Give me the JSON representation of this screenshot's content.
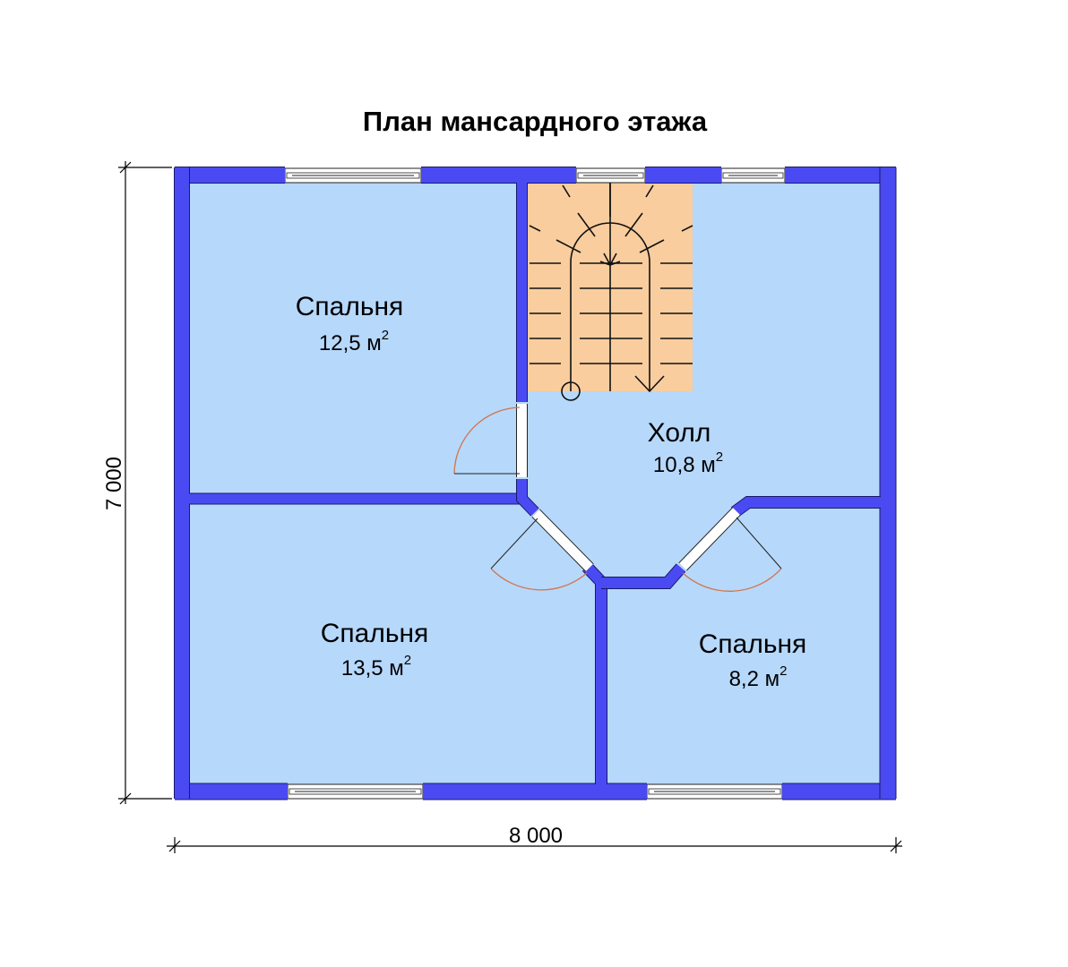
{
  "title": "План мансардного этажа",
  "rooms": [
    {
      "name": "Спальня",
      "area": "12,5 м",
      "area_sup": "2"
    },
    {
      "name": "Холл",
      "area": "10,8 м",
      "area_sup": "2"
    },
    {
      "name": "Спальня",
      "area": "13,5 м",
      "area_sup": "2"
    },
    {
      "name": "Спальня",
      "area": "8,2 м",
      "area_sup": "2"
    }
  ],
  "dimensions": {
    "height": "7 000",
    "width": "8 000"
  },
  "colors": {
    "wall": "#4a4af2",
    "room": "#b6d8fb",
    "stair": "#f9cd9e",
    "door_arc": "#d2754a"
  }
}
